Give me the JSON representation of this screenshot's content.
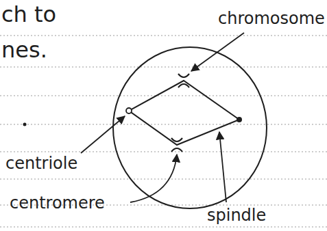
{
  "diagram": {
    "labels": [
      "ch to",
      "nes.",
      "chromosome",
      "centriole",
      "centromere",
      "spindle"
    ]
  }
}
